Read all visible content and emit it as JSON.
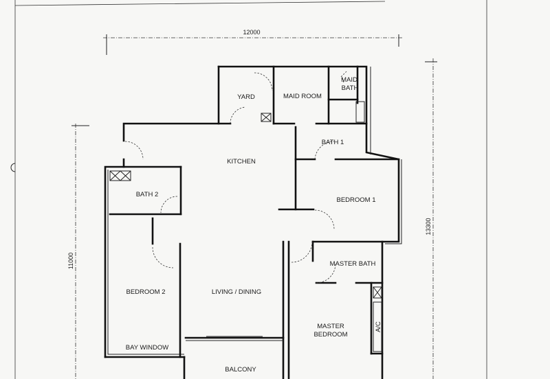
{
  "dimensions": {
    "width_top": "12000",
    "height_left": "11000",
    "height_right": "13300"
  },
  "rooms": {
    "yard": "YARD",
    "maid_room": "MAID ROOM",
    "maid_bath_line1": "MAID",
    "maid_bath_line2": "BATH",
    "kitchen": "KITCHEN",
    "bath_1": "BATH 1",
    "bath_2": "BATH 2",
    "bedroom_1": "BEDROOM 1",
    "bedroom_2": "BEDROOM 2",
    "living_dining": "LIVING / DINING",
    "master_bath": "MASTER BATH",
    "master_bedroom_line1": "MASTER",
    "master_bedroom_line2": "BEDROOM",
    "bay_window": "BAY WINDOW",
    "balcony": "BALCONY",
    "ac": "A/C"
  }
}
